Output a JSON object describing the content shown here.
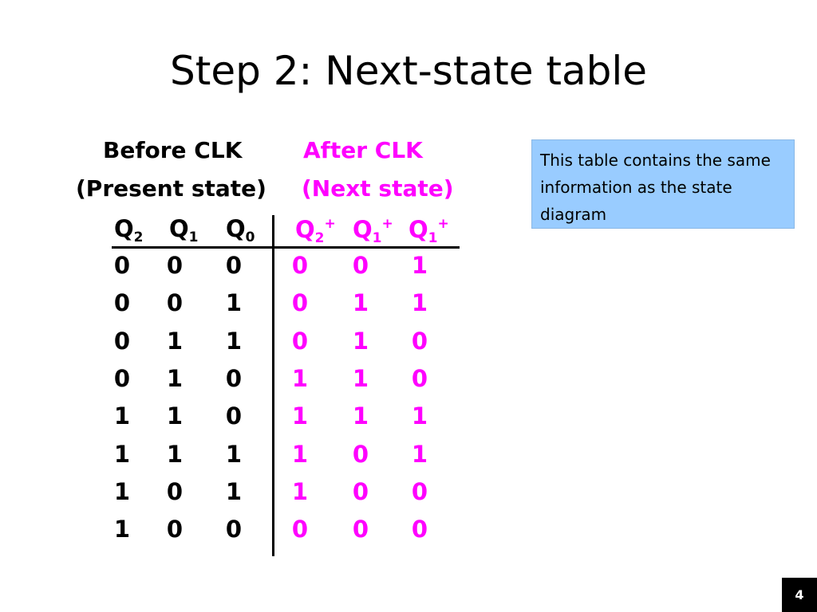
{
  "slide": {
    "title": "Step 2: Next-state table",
    "page_number": "4"
  },
  "headers": {
    "before_line1": "Before CLK",
    "before_line2": "(Present state)",
    "after_line1": "After CLK",
    "after_line2": "(Next state)"
  },
  "columns": {
    "present": [
      {
        "base": "Q",
        "sub": "2"
      },
      {
        "base": "Q",
        "sub": "1"
      },
      {
        "base": "Q",
        "sub": "0"
      }
    ],
    "next": [
      {
        "base": "Q",
        "sub": "2",
        "sup": "+"
      },
      {
        "base": "Q",
        "sub": "1",
        "sup": "+"
      },
      {
        "base": "Q",
        "sub": "1",
        "sup": "+"
      }
    ]
  },
  "rows": [
    {
      "present": [
        "0",
        "0",
        "0"
      ],
      "next": [
        "0",
        "0",
        "1"
      ]
    },
    {
      "present": [
        "0",
        "0",
        "1"
      ],
      "next": [
        "0",
        "1",
        "1"
      ]
    },
    {
      "present": [
        "0",
        "1",
        "1"
      ],
      "next": [
        "0",
        "1",
        "0"
      ]
    },
    {
      "present": [
        "0",
        "1",
        "0"
      ],
      "next": [
        "1",
        "1",
        "0"
      ]
    },
    {
      "present": [
        "1",
        "1",
        "0"
      ],
      "next": [
        "1",
        "1",
        "1"
      ]
    },
    {
      "present": [
        "1",
        "1",
        "1"
      ],
      "next": [
        "1",
        "0",
        "1"
      ]
    },
    {
      "present": [
        "1",
        "0",
        "1"
      ],
      "next": [
        "1",
        "0",
        "0"
      ]
    },
    {
      "present": [
        "1",
        "0",
        "0"
      ],
      "next": [
        "0",
        "0",
        "0"
      ]
    }
  ],
  "note": {
    "text": "This table contains the same information as the state diagram"
  },
  "colors": {
    "next_state": "#ff00ff",
    "note_background": "#99ccff",
    "text": "#000000"
  }
}
